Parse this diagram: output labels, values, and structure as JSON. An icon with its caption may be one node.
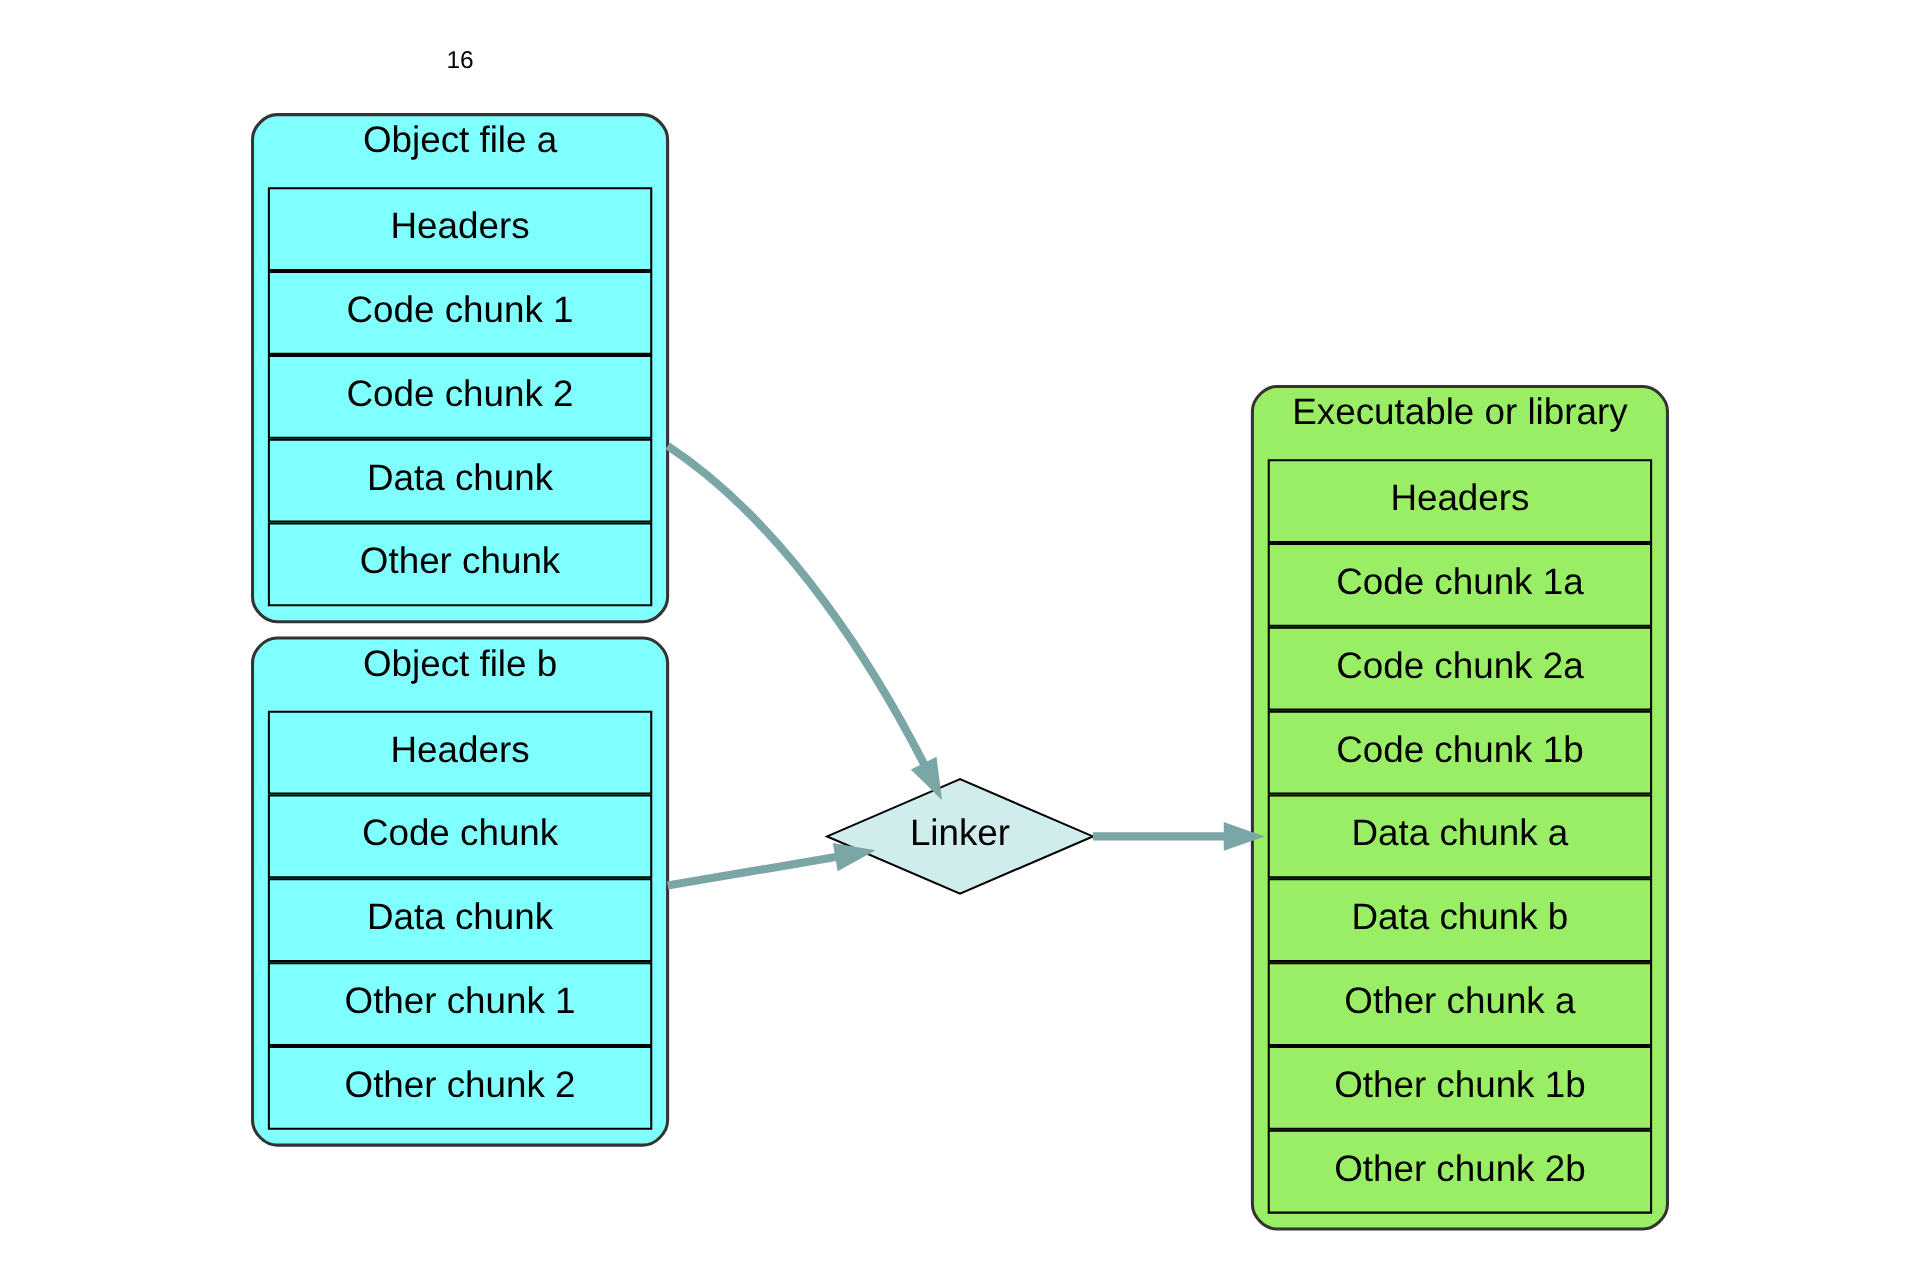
{
  "diagram": {
    "nodes": [
      {
        "text": [
          "Object file a"
        ]
      },
      {
        "text": [
          "Headers"
        ],
        "in": 0
      },
      {
        "text": [
          "Code chunk 1"
        ],
        "in": 0
      },
      {
        "text": [
          "Code chunk 2"
        ],
        "in": 0
      },
      {
        "text": [
          "Data chunk"
        ],
        "in": 0
      },
      {
        "text": [
          "Other chunk"
        ],
        "in": 0
      },
      {
        "text": [
          "Object file b"
        ]
      },
      {
        "text": [
          "Headers"
        ],
        "in": 6
      },
      {
        "text": [
          "Code chunk"
        ],
        "in": 6
      },
      {
        "text": [
          "Data chunk"
        ],
        "in": 6
      },
      {
        "text": [
          "Other chunk 1"
        ],
        "in": 6
      },
      {
        "text": [
          "Other chunk 2"
        ],
        "in": 6
      },
      {
        "text": [
          "Linker"
        ]
      },
      {
        "text": [
          "Executable or library"
        ]
      },
      {
        "text": [
          "Headers"
        ],
        "in": 13
      },
      {
        "text": [
          "Code chunk 1a"
        ],
        "in": 13
      },
      {
        "text": [
          "Code chunk 2a"
        ],
        "in": 13
      },
      {
        "text": [
          "Code chunk 1b"
        ],
        "in": 13
      },
      {
        "text": [
          "Data chunk a"
        ],
        "in": 13
      },
      {
        "text": [
          "Data chunk b"
        ],
        "in": 13
      },
      {
        "text": [
          "Other chunk a"
        ],
        "in": 13
      },
      {
        "text": [
          "Other chunk 1b"
        ],
        "in": 13
      },
      {
        "text": [
          "Other chunk 2b"
        ],
        "in": 13
      }
    ],
    "edges": [
      {
        "from": 0,
        "to": 12,
        "arrow": "to"
      },
      {
        "from": 6,
        "to": 12,
        "arrow": "to"
      },
      {
        "from": 12,
        "to": 13,
        "arrow": "to"
      }
    ],
    "labels": [
      "16"
    ]
  }
}
